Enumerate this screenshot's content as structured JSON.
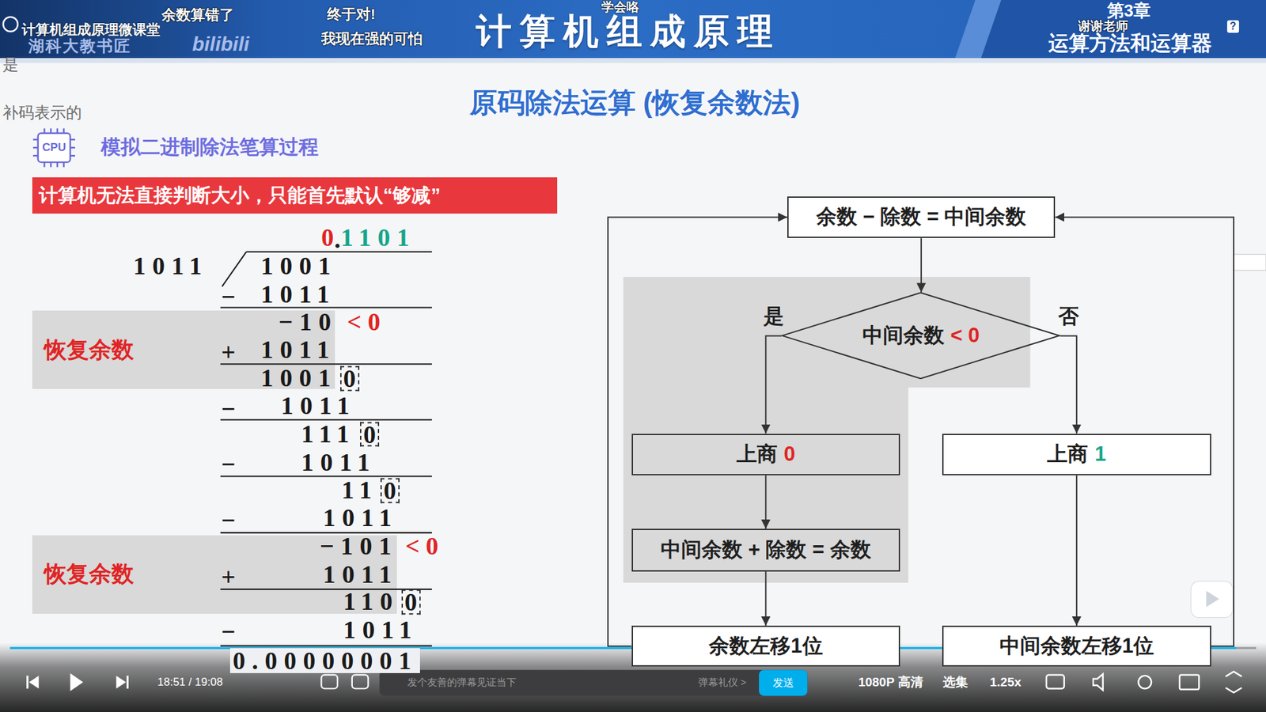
{
  "diagram": {
    "title": "原码除法运算 (恢复余数法)",
    "nodes": [
      {
        "text": [
          "计算机无法直接判断大小，只能首先默认“够减”"
        ]
      },
      {
        "text": [
          "恢复余数"
        ]
      },
      {
        "text": [
          "恢复余数"
        ]
      },
      {
        "text": [
          "余数 − 除数 = 中间余数"
        ]
      },
      {
        "text": [
          "中间余数",
          "< 0"
        ]
      },
      {
        "text": [
          "上商",
          "0"
        ]
      },
      {
        "text": [
          "上商",
          "1"
        ]
      },
      {
        "text": [
          "中间余数 + 除数 = 余数"
        ]
      },
      {
        "text": [
          "余数左移1位"
        ]
      },
      {
        "text": [
          "中间余数左移1位"
        ]
      }
    ],
    "edges": [
      {
        "from": 3,
        "to": 4,
        "arrow": "to"
      },
      {
        "from": 4,
        "to": 5,
        "label": "是",
        "arrow": "to"
      },
      {
        "from": 4,
        "to": 6,
        "label": "否",
        "arrow": "to"
      },
      {
        "from": 5,
        "to": 7,
        "arrow": "to"
      },
      {
        "from": 7,
        "to": 8,
        "arrow": "to"
      },
      {
        "from": 6,
        "to": 9,
        "arrow": "to"
      },
      {
        "from": 8,
        "to": 3,
        "arrow": "to"
      },
      {
        "from": 9,
        "to": 3,
        "arrow": "to"
      }
    ],
    "labels": [
      "余数算错了",
      "计算机组成原理微课堂",
      "湖科大教书匠",
      "bilibili",
      "终于对!",
      "我现在强的可怕",
      "计算机组成原理",
      "学会咯",
      "第3章",
      "谢谢老师",
      "运算方法和运算器",
      "?",
      "是",
      "补码表示的",
      "CPU",
      "模拟二进制除法笔算过程",
      "0",
      ".",
      "1101",
      "1011",
      "1001",
      "−",
      "1011",
      "−10",
      "< 0",
      "+",
      "1011",
      "1001",
      "0",
      "−",
      "1011",
      "111",
      "0",
      "−",
      "1011",
      "11",
      "0",
      "−",
      "1011",
      "−101",
      "< 0",
      "+",
      "1011",
      "110",
      "0",
      "−",
      "1011",
      "0.00000001",
      "18:51 / 19:08",
      "发个友善的弹幕见证当下",
      "弹幕礼仪 >",
      "发送",
      "1080P 高清",
      "选集",
      "1.25x"
    ]
  }
}
